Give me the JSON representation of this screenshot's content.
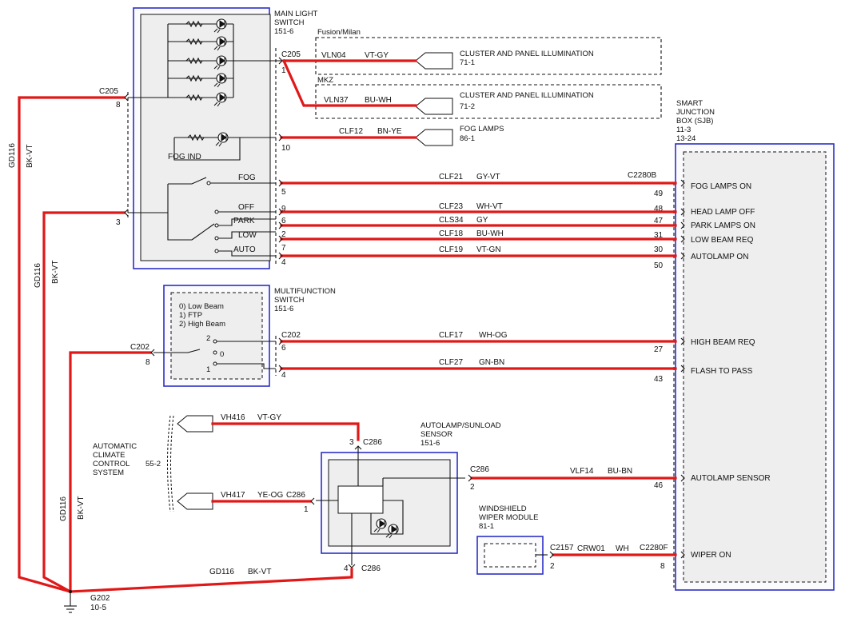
{
  "components": {
    "main_light_switch": {
      "line1": "MAIN LIGHT",
      "line2": "SWITCH",
      "ref": "151-6",
      "fog_ind": "FOG IND",
      "positions": {
        "fog": "FOG",
        "off": "OFF",
        "park": "PARK",
        "low": "LOW",
        "auto": "AUTO"
      }
    },
    "multifunction_switch": {
      "line1": "MULTIFUNCTION",
      "line2": "SWITCH",
      "ref": "151-6",
      "legend": [
        "0) Low Beam",
        "1) FTP",
        "2) High Beam"
      ],
      "pos2": "2",
      "pos0": "0",
      "pos1": "1"
    },
    "sjb": {
      "lines": [
        "SMART",
        "JUNCTION",
        "BOX (SJB)",
        "11-3",
        "13-24"
      ],
      "inputs": [
        "FOG LAMPS ON",
        "HEAD LAMP OFF",
        "PARK LAMPS ON",
        "LOW BEAM REQ",
        "AUTOLAMP ON",
        "HIGH BEAM REQ",
        "FLASH TO PASS",
        "AUTOLAMP SENSOR",
        "WIPER ON"
      ]
    },
    "autolamp_sensor": {
      "line1": "AUTOLAMP/SUNLOAD",
      "line2": "SENSOR",
      "ref": "151-6"
    },
    "wiper_module": {
      "line1": "WINDSHIELD",
      "line2": "WIPER MODULE",
      "ref": "81-1"
    },
    "climate": {
      "lines": [
        "AUTOMATIC",
        "CLIMATE",
        "CONTROL",
        "SYSTEM"
      ],
      "ref": "55-2"
    },
    "cluster_fusion": {
      "variant": "Fusion/Milan",
      "name": "CLUSTER AND PANEL ILLUMINATION",
      "ref": "71-1"
    },
    "cluster_mkz": {
      "variant": "MKZ",
      "name": "CLUSTER AND PANEL ILLUMINATION",
      "ref": "71-2"
    },
    "fog_lamps": {
      "name": "FOG LAMPS",
      "ref": "86-1"
    },
    "ground": {
      "name": "G202",
      "ref": "10-5"
    }
  },
  "connectors": {
    "c205": "C205",
    "c2280b": "C2280B",
    "c202": "C202",
    "c286": "C286",
    "c2157": "C2157",
    "c2280f": "C2280F"
  },
  "pins": {
    "c205_1": "1",
    "c205_8": "8",
    "c205_3": "3",
    "c205_10": "10",
    "c205_5": "5",
    "c205_9": "9",
    "c205_6": "6",
    "c205_2": "2",
    "c205_7": "7",
    "c205_4": "4",
    "sjb_49": "49",
    "sjb_48": "48",
    "sjb_47": "47",
    "sjb_31": "31",
    "sjb_30": "30",
    "sjb_50": "50",
    "sjb_27": "27",
    "sjb_43": "43",
    "sjb_46": "46",
    "sjb_8": "8",
    "c202_8": "8",
    "c202_6": "6",
    "c202_4": "4",
    "c286_3": "3",
    "c286_1": "1",
    "c286_2": "2",
    "c286_4": "4",
    "c2157_2": "2"
  },
  "wires": [
    {
      "circuit": "VLN04",
      "color": "VT-GY"
    },
    {
      "circuit": "VLN37",
      "color": "BU-WH"
    },
    {
      "circuit": "CLF12",
      "color": "BN-YE"
    },
    {
      "circuit": "CLF21",
      "color": "GY-VT"
    },
    {
      "circuit": "CLF23",
      "color": "WH-VT"
    },
    {
      "circuit": "CLS34",
      "color": "GY"
    },
    {
      "circuit": "CLF18",
      "color": "BU-WH"
    },
    {
      "circuit": "CLF19",
      "color": "VT-GN"
    },
    {
      "circuit": "CLF17",
      "color": "WH-OG"
    },
    {
      "circuit": "CLF27",
      "color": "GN-BN"
    },
    {
      "circuit": "VH416",
      "color": "VT-GY"
    },
    {
      "circuit": "VH417",
      "color": "YE-OG"
    },
    {
      "circuit": "VLF14",
      "color": "BU-BN"
    },
    {
      "circuit": "CRW01",
      "color": "WH"
    },
    {
      "circuit": "GD116",
      "color": "BK-VT"
    }
  ],
  "colors": {
    "wire": "#e01818",
    "box_border": "#2c2fc4"
  }
}
